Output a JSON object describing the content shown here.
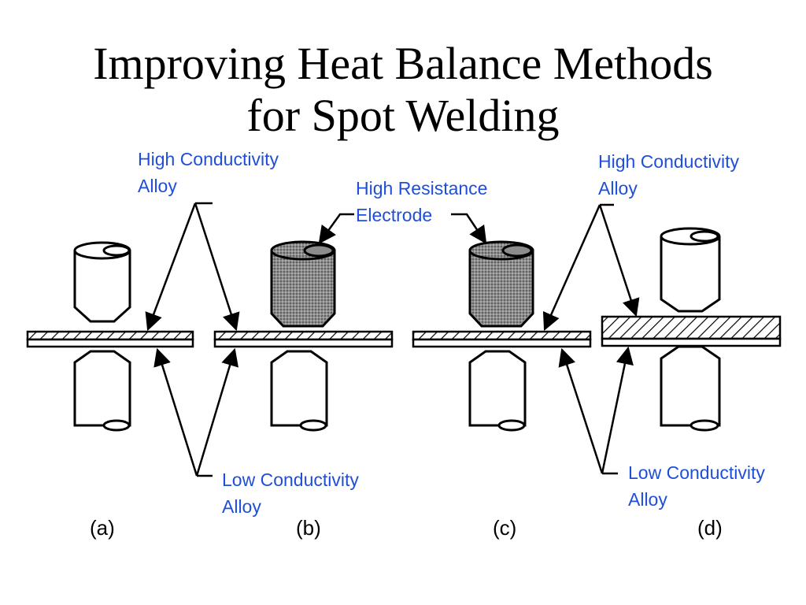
{
  "title": {
    "line1": "Improving Heat Balance Methods",
    "line2": "for Spot Welding"
  },
  "labels": {
    "high_conductivity_left": [
      "High Conductivity",
      "Alloy"
    ],
    "high_resistance_electrode": [
      "High Resistance",
      "Electrode"
    ],
    "high_conductivity_right": [
      "High Conductivity",
      "Alloy"
    ],
    "low_conductivity_left": [
      "Low Conductivity",
      "Alloy"
    ],
    "low_conductivity_right": [
      "Low Conductivity",
      "Alloy"
    ]
  },
  "captions": [
    "(a)",
    "(b)",
    "(c)",
    "(d)"
  ],
  "colors": {
    "label": "#1f4fd8",
    "line": "#000000",
    "electrode_fill": "#8c8c8c"
  }
}
